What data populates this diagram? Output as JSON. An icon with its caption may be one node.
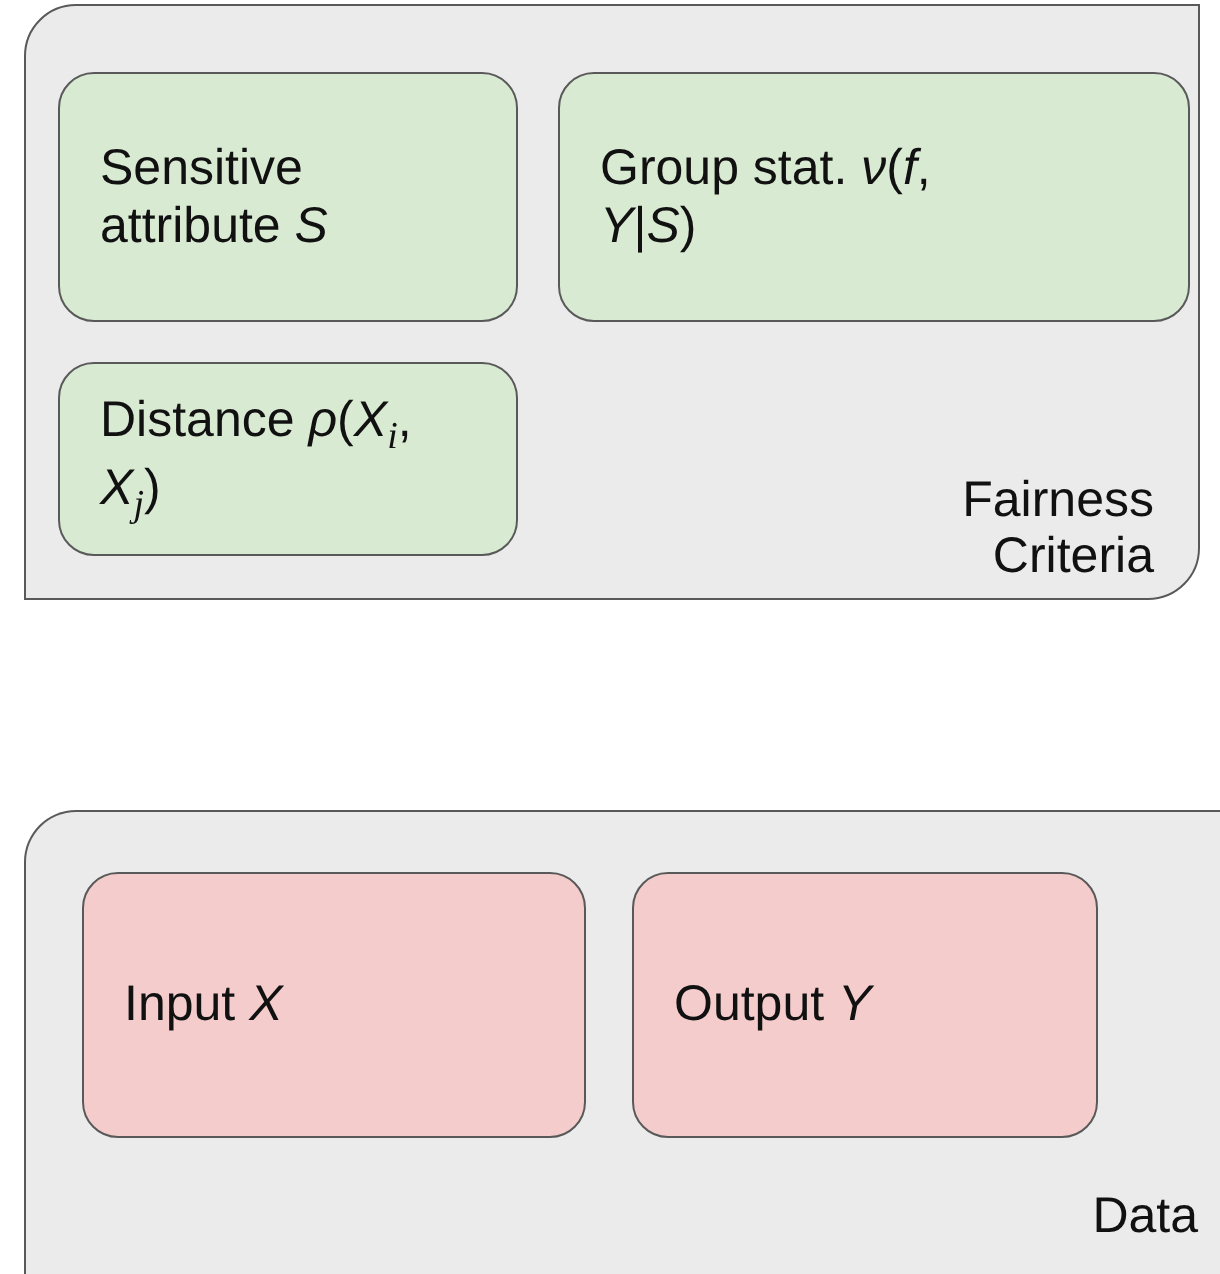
{
  "diagram": {
    "nodes": [
      {
        "text": [
          "Fairness Criteria"
        ]
      },
      {
        "text": [
          "Sensitive attribute *S*"
        ],
        "in": 0
      },
      {
        "text": [
          "Group stat. *ν*(*f*, *Y*|*S*)"
        ],
        "in": 0
      },
      {
        "text": [
          "Distance *ρ*(*X*$_{i}$, *X*$_{j}$)"
        ],
        "in": 0
      },
      {
        "text": [
          "Data"
        ]
      },
      {
        "text": [
          "Input *X*"
        ],
        "in": 4
      },
      {
        "text": [
          "Output *Y*"
        ],
        "in": 4
      }
    ]
  }
}
